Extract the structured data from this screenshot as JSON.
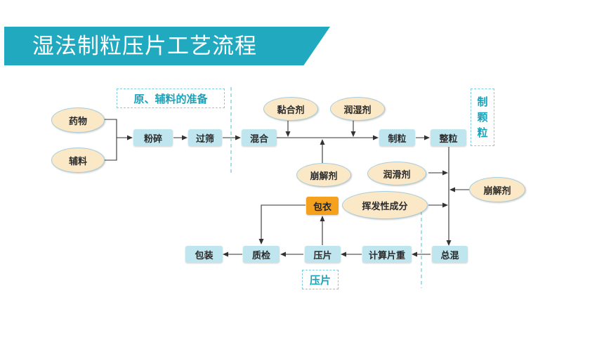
{
  "title": "湿法制粒压片工艺流程",
  "nodes": {
    "yaowu": "药物",
    "fuliao": "辅料",
    "fensui": "粉碎",
    "guoshai": "过筛",
    "hunhe": "混合",
    "zhili": "制粒",
    "zhengli": "整粒",
    "niangheji": "黏合剂",
    "runshiji": "润湿剂",
    "benjieji_1": "崩解剂",
    "runhuaji": "润滑剂",
    "benjieji_2": "崩解剂",
    "huifaxing": "挥发性成分",
    "baoyi": "包衣",
    "zonghun": "总混",
    "jisuan": "计算片重",
    "yapian": "压片",
    "zhijian": "质检",
    "baozhuang": "包装"
  },
  "zones": {
    "prep": "原、辅料的准备",
    "granulate": [
      "制",
      "颗",
      "粒"
    ],
    "press": "压片"
  },
  "colors": {
    "banner": "#21a9c0",
    "process_box": "#bfe6ef",
    "additive_ellipse": "#fbe8c7",
    "coating_box": "#f5a11d",
    "zone_text": "#1aa2ba"
  }
}
